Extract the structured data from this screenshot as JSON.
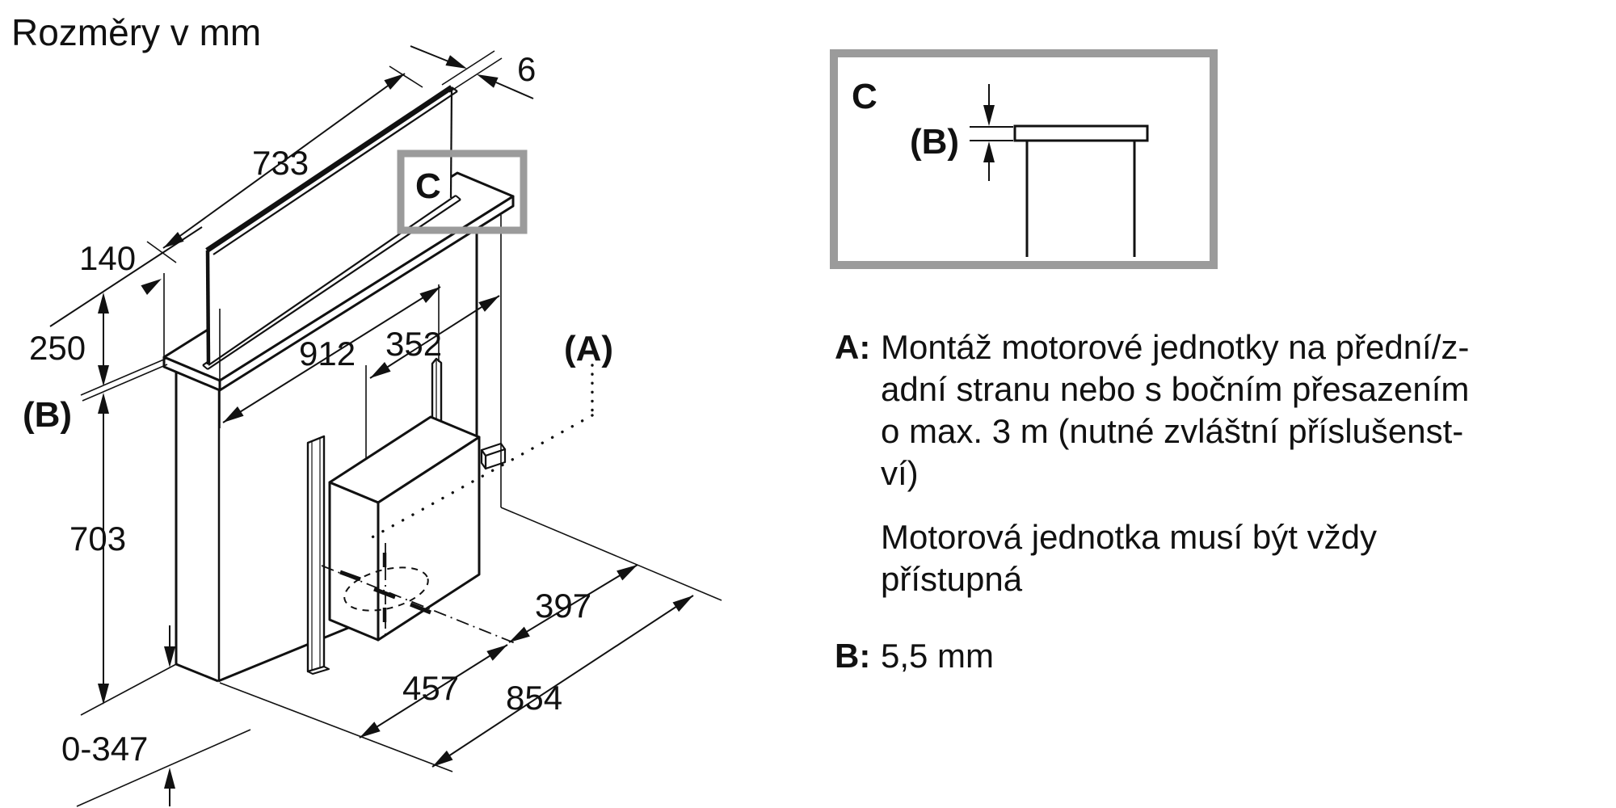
{
  "title": "Rozměry v mm",
  "drawing": {
    "dim_width_top": "733",
    "dim_panel_thickness": "6",
    "dim_depth_offset": "140",
    "dim_top_height": "250",
    "dim_b_ref": "(B)",
    "dim_body_height": "703",
    "dim_bottom_range": "0-347",
    "dim_width_mid": "912",
    "dim_offset_right": "352",
    "dim_outlet_left": "457",
    "dim_outlet_right": "397",
    "dim_width_bottom": "854",
    "label_a": "(A)",
    "label_c": "C"
  },
  "detail_box": {
    "label": "C",
    "b_label": "(B)"
  },
  "notes": {
    "a_key": "A:",
    "a_lines": [
      "Montáž motorové jednotky na přední/z-",
      "adní stranu nebo s bočním přesazením",
      "o max. 3 m (nutné zvláštní příslušenst-",
      "ví)"
    ],
    "a_extra": [
      "Motorová jednotka musí být vždy",
      "přístupná"
    ],
    "b_key": "B:",
    "b_value": "5,5 mm"
  }
}
